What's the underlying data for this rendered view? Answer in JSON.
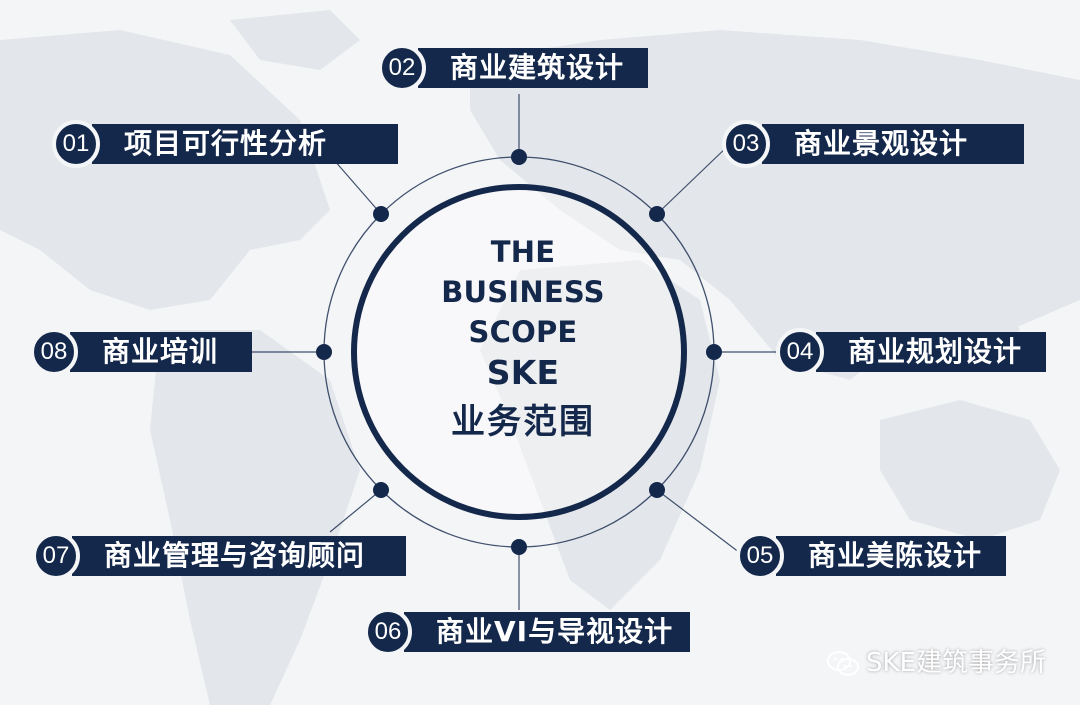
{
  "center": {
    "line1": "THE",
    "line2": "BUSINESS",
    "line3": "SCOPE",
    "line4": "SKE",
    "line5": "业务范围"
  },
  "items": [
    {
      "number": "01",
      "label": "项目可行性分析"
    },
    {
      "number": "02",
      "label": "商业建筑设计"
    },
    {
      "number": "03",
      "label": "商业景观设计"
    },
    {
      "number": "04",
      "label": "商业规划设计"
    },
    {
      "number": "05",
      "label": "商业美陈设计"
    },
    {
      "number": "06",
      "label": "商业VI与导视设计"
    },
    {
      "number": "07",
      "label": "商业管理与咨询顾问"
    },
    {
      "number": "08",
      "label": "商业培训"
    }
  ],
  "watermark": {
    "text": "SKE建筑事务所",
    "icon": "wechat-icon"
  },
  "colors": {
    "primary": "#14284b",
    "background": "#f4f5f7",
    "map": "#e3e6ea"
  }
}
